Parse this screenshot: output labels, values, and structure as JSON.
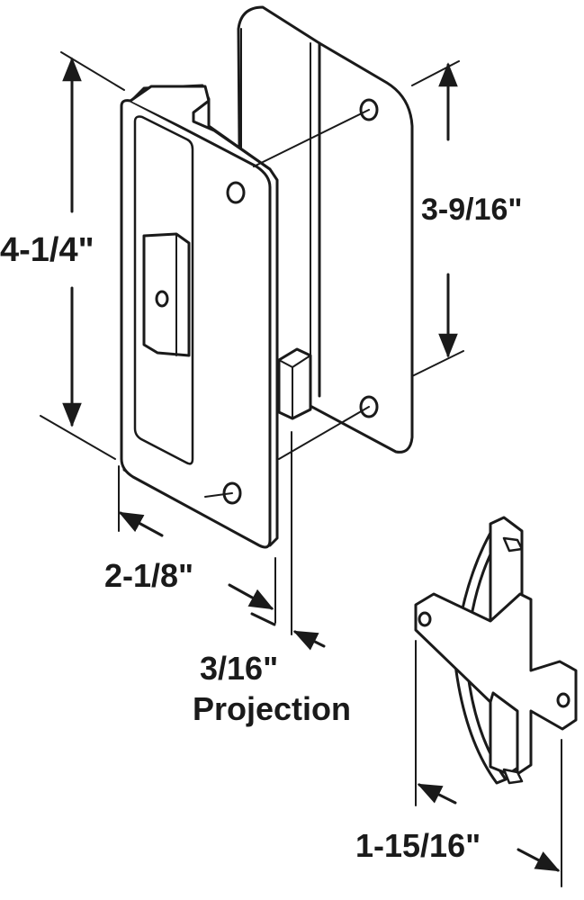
{
  "dimensions": {
    "overall_height": "4-1/4\"",
    "hole_spacing": "3-9/16\"",
    "width": "2-1/8\"",
    "projection_value": "3/16\"",
    "projection_label": "Projection",
    "keeper_length": "1-15/16\""
  },
  "colors": {
    "line": "#1a1a1a",
    "background": "#ffffff"
  }
}
